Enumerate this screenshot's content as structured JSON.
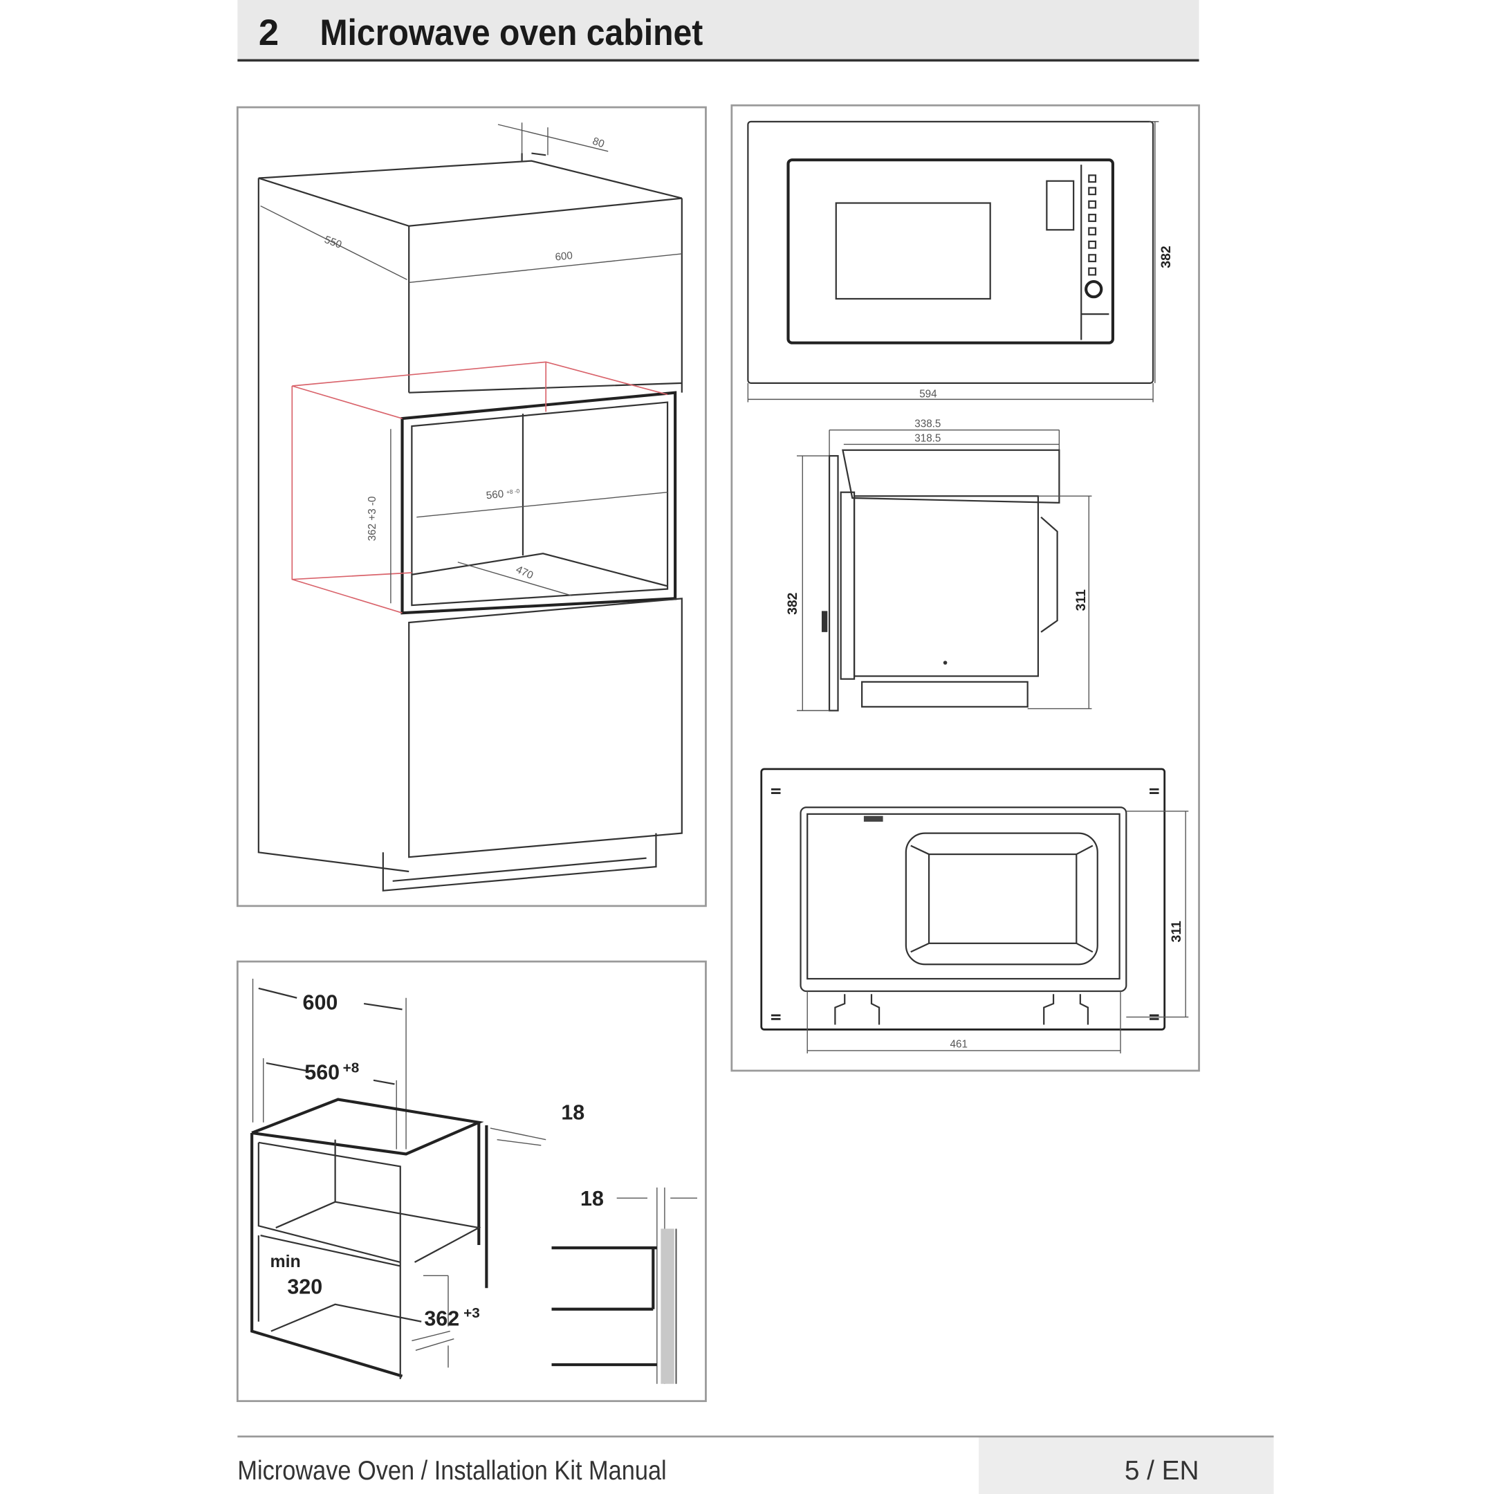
{
  "header": {
    "section_number": "2",
    "title": "Microwave oven cabinet"
  },
  "figure_top_left": {
    "dims": {
      "depth": "550",
      "width": "600",
      "vent": "80",
      "opening_width": "560",
      "opening_width_tol": "+8 -0",
      "opening_height": "362 +3 -0",
      "opening_depth": "470"
    },
    "highlight_color": "#d9636b"
  },
  "figure_front": {
    "dims": {
      "width": "594",
      "height": "382"
    }
  },
  "figure_side": {
    "dims": {
      "depth_total": "338.5",
      "depth_body": "318.5",
      "height": "382",
      "body_height": "311"
    }
  },
  "figure_bottom": {
    "dims": {
      "width": "461",
      "height": "311"
    },
    "marks": [
      "II",
      "II",
      "II",
      "II"
    ]
  },
  "figure_bottom_left": {
    "dims": {
      "width": "600",
      "opening": "560",
      "opening_tol": "+8",
      "panel_thickness_1": "18",
      "panel_thickness_2": "18",
      "min_label": "min",
      "min_depth": "320",
      "height": "362",
      "height_tol": "+3"
    }
  },
  "footer": {
    "manual_title": "Microwave Oven / Installation Kit Manual",
    "page": "5 / EN"
  }
}
